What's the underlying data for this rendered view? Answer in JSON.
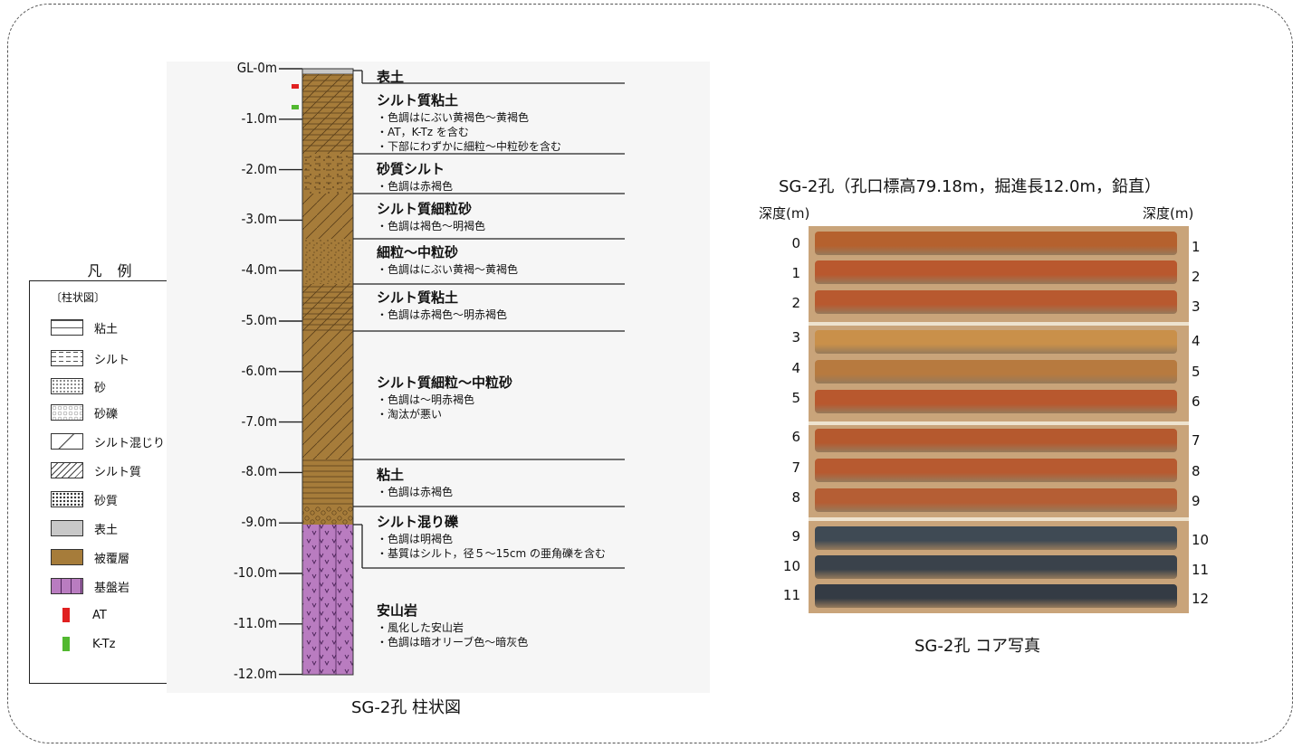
{
  "legend": {
    "title": "凡 例",
    "section": "〔柱状図〕",
    "items": [
      {
        "label": "粘土",
        "pattern": "clay"
      },
      {
        "label": "シルト",
        "pattern": "silt"
      },
      {
        "label": "砂",
        "pattern": "sand"
      },
      {
        "label": "砂礫",
        "pattern": "gravel"
      },
      {
        "label": "シルト混じり",
        "pattern": "silt-mixed"
      },
      {
        "label": "シルト質",
        "pattern": "silty"
      },
      {
        "label": "砂質",
        "pattern": "sandy"
      },
      {
        "label": "表土",
        "pattern": "topsoil"
      },
      {
        "label": "被覆層",
        "pattern": "cover"
      },
      {
        "label": "基盤岩",
        "pattern": "bedrock"
      },
      {
        "label": "AT",
        "pattern": "at"
      },
      {
        "label": "K-Tz",
        "pattern": "ktz"
      }
    ],
    "colors": {
      "cover": "#a67c3a",
      "bedrock": "#b97cc0",
      "topsoil": "#c8c8c8",
      "at": "#e02020",
      "ktz": "#52b830"
    }
  },
  "column": {
    "depth_labels": [
      "GL-0m",
      "-1.0m",
      "-2.0m",
      "-3.0m",
      "-4.0m",
      "-5.0m",
      "-6.0m",
      "-7.0m",
      "-8.0m",
      "-9.0m",
      "-10.0m",
      "-11.0m",
      "-12.0m"
    ],
    "layers": [
      {
        "name": "表土",
        "notes": []
      },
      {
        "name": "シルト質粘土",
        "notes": [
          "・色調はにぶい黄褐色～黄褐色",
          "・AT，K-Tz を含む",
          "・下部にわずかに細粒～中粒砂を含む"
        ]
      },
      {
        "name": "砂質シルト",
        "notes": [
          "・色調は赤褐色"
        ]
      },
      {
        "name": "シルト質細粒砂",
        "notes": [
          "・色調は褐色～明褐色"
        ]
      },
      {
        "name": "細粒～中粒砂",
        "notes": [
          "・色調はにぶい黄褐～黄褐色"
        ]
      },
      {
        "name": "シルト質粘土",
        "notes": [
          "・色調は赤褐色～明赤褐色"
        ]
      },
      {
        "name": "シルト質細粒～中粒砂",
        "notes": [
          "・色調は～明赤褐色",
          "・淘汰が悪い"
        ]
      },
      {
        "name": "粘土",
        "notes": [
          "・色調は赤褐色"
        ]
      },
      {
        "name": "シルト混り礫",
        "notes": [
          "・色調は明褐色",
          "・基質はシルト，径５～15cm の亜角礫を含む"
        ]
      },
      {
        "name": "安山岩",
        "notes": [
          "・風化した安山岩",
          "・色調は暗オリーブ色～暗灰色"
        ]
      }
    ],
    "caption": "SG-2孔 柱状図"
  },
  "photo": {
    "title": "SG-2孔（孔口標高79.18m，掘進長12.0m，鉛直）",
    "depth_label_left": "深度(m)",
    "depth_label_right": "深度(m)",
    "left_depths": [
      "0",
      "1",
      "2",
      "3",
      "4",
      "5",
      "6",
      "7",
      "8",
      "9",
      "10",
      "11"
    ],
    "right_depths": [
      "1",
      "2",
      "3",
      "4",
      "5",
      "6",
      "7",
      "8",
      "9",
      "10",
      "11",
      "12"
    ],
    "caption": "SG-2孔 コア写真"
  }
}
